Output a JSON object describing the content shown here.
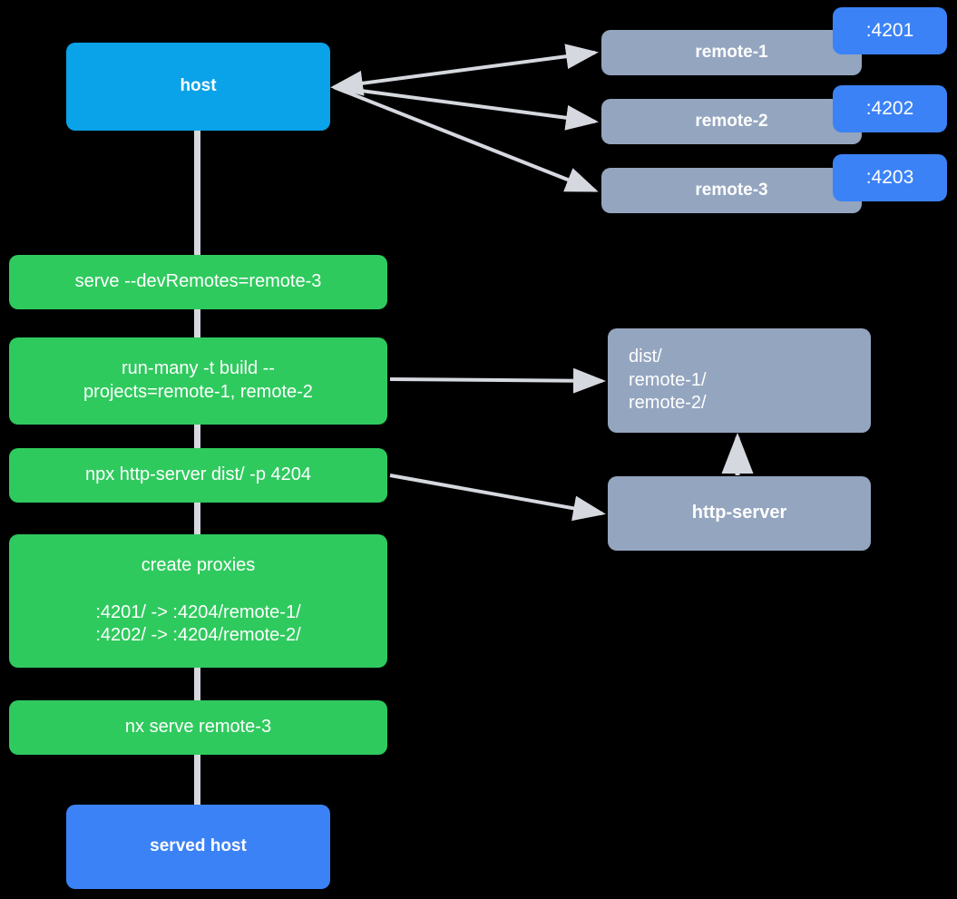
{
  "diagram": {
    "title": "nx module federation dev serve flow",
    "colors": {
      "background": "#000000",
      "host": "#0aa2e8",
      "served_host": "#3b82f6",
      "remote": "#94a5bf",
      "badge": "#3b82f6",
      "command": "#2fca5e",
      "edge": "#d5d8de",
      "text": "#ffffff"
    },
    "nodes": {
      "host": {
        "label": "host"
      },
      "served_host": {
        "label": "served host"
      },
      "remotes": [
        {
          "label": "remote-1",
          "port": ":4201"
        },
        {
          "label": "remote-2",
          "port": ":4202"
        },
        {
          "label": "remote-3",
          "port": ":4203"
        }
      ],
      "commands": [
        {
          "label": "serve --devRemotes=remote-3"
        },
        {
          "label": "run-many -t build --\nprojects=remote-1, remote-2"
        },
        {
          "label": "npx http-server dist/ -p 4204"
        },
        {
          "label": "create proxies\n\n:4201/ -> :4204/remote-1/\n:4202/ -> :4204/remote-2/"
        },
        {
          "label": "nx serve remote-3"
        }
      ],
      "dist": {
        "label": "dist/\n     remote-1/\n     remote-2/"
      },
      "http_server": {
        "label": "http-server"
      }
    }
  }
}
